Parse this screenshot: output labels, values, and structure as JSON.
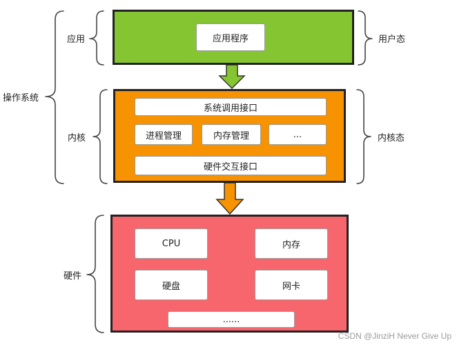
{
  "layers": {
    "application": {
      "program": "应用程序",
      "color": "#86c532"
    },
    "kernel": {
      "syscall": "系统调用接口",
      "process_mgmt": "进程管理",
      "memory_mgmt": "内存管理",
      "more": "...",
      "hw_interface": "硬件交互接口",
      "color": "#f79300"
    },
    "hardware": {
      "cpu": "CPU",
      "memory": "内存",
      "disk": "硬盘",
      "nic": "网卡",
      "more": "......",
      "color": "#f8666d"
    }
  },
  "left_labels": {
    "os": "操作系统",
    "application": "应用",
    "kernel": "内核",
    "hardware": "硬件"
  },
  "right_labels": {
    "user_mode": "用户态",
    "kernel_mode": "内核态"
  },
  "watermark": "CSDN @JinziH Never Give Up",
  "icons": [
    "down-arrow-icon",
    "brace-icon"
  ]
}
